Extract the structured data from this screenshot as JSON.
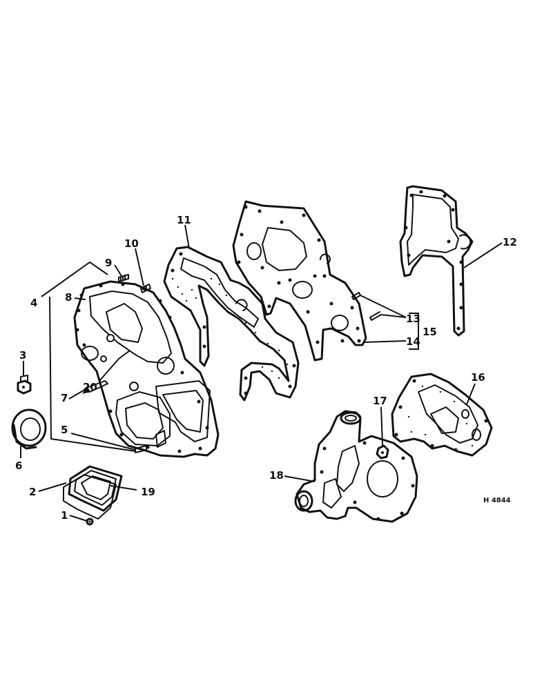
{
  "diagram": {
    "reference": "H 4844",
    "callouts": [
      "1",
      "2",
      "3",
      "4",
      "5",
      "6",
      "7",
      "8",
      "9",
      "10",
      "11",
      "12",
      "13",
      "14",
      "15",
      "16",
      "17",
      "18",
      "19",
      "20"
    ]
  }
}
